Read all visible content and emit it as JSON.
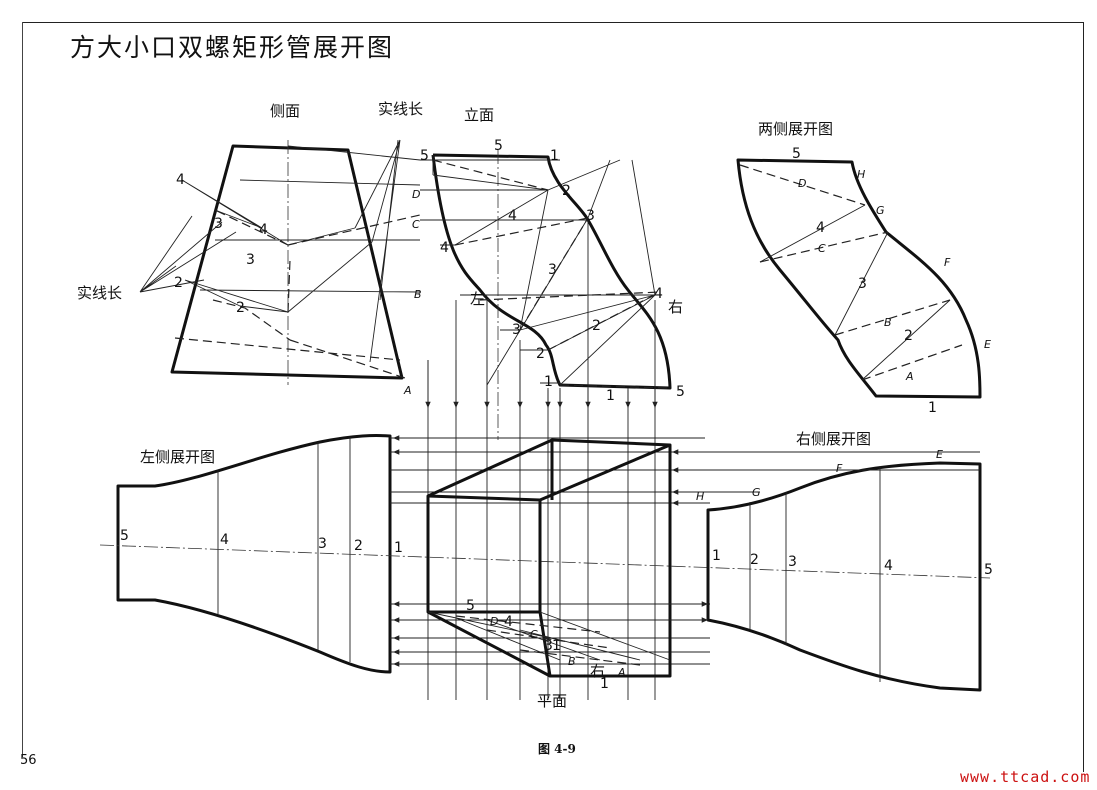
{
  "title": "方大小口双螺矩形管展开图",
  "caption": "图 4-9",
  "page_number": "56",
  "watermark": "www.ttcad.com",
  "view_labels": {
    "side": "侧面",
    "elevation": "立面",
    "true_length_top": "实线长",
    "true_length_left": "实线长",
    "both_sides_development": "两侧展开图",
    "left_side_development": "左侧展开图",
    "right_side_development": "右侧展开图",
    "plan": "平面",
    "left": "左",
    "right": "右"
  },
  "side_view": {
    "points": [
      "4",
      "3",
      "4",
      "3",
      "2",
      "2"
    ],
    "letters": [
      "D",
      "C",
      "B",
      "A"
    ]
  },
  "elevation_view": {
    "points": [
      "5",
      "5",
      "1",
      "2",
      "3",
      "4",
      "4",
      "3",
      "4",
      "3",
      "2",
      "2",
      "1",
      "1",
      "5"
    ]
  },
  "both_sides": {
    "points": [
      "5",
      "4",
      "3",
      "2",
      "1"
    ],
    "letters": [
      "H",
      "D",
      "G",
      "C",
      "F",
      "B",
      "E",
      "A"
    ]
  },
  "left_dev": {
    "points": [
      "5",
      "4",
      "3",
      "2",
      "1"
    ]
  },
  "right_dev": {
    "points": [
      "1",
      "2",
      "3",
      "4",
      "5"
    ],
    "letters": [
      "E",
      "F",
      "H",
      "G"
    ]
  },
  "plan_view": {
    "points": [
      "5",
      "4",
      "3",
      "1",
      "1"
    ],
    "letters": [
      "D",
      "C",
      "B",
      "A"
    ],
    "right_mark": "右"
  }
}
